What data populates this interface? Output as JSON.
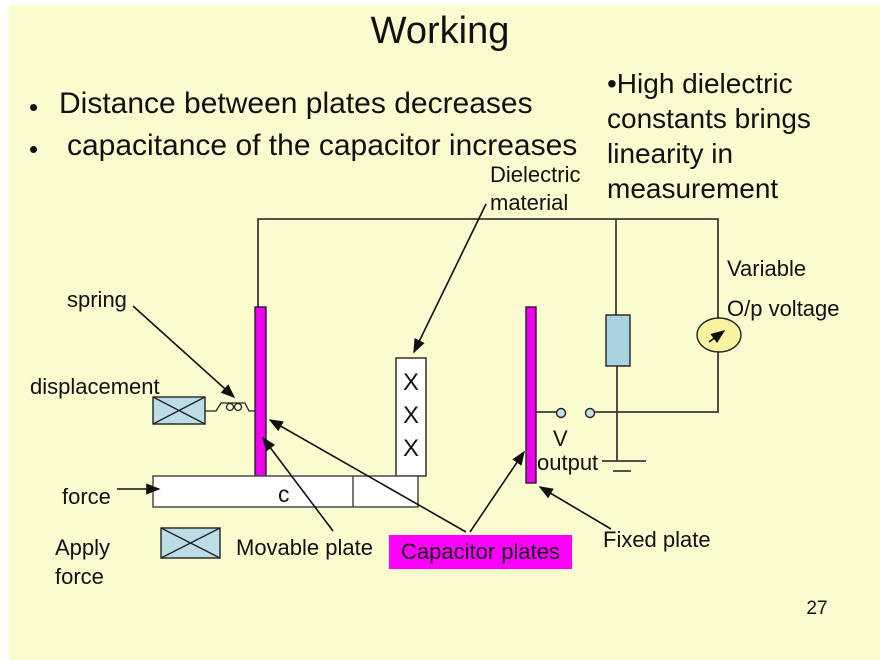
{
  "slide": {
    "title": "Working",
    "bullets": [
      {
        "marker": "•",
        "text": "Distance between plates decreases"
      },
      {
        "marker": "•",
        "text": "capacitance of the capacitor increases"
      }
    ],
    "side_note": {
      "lines": [
        "•High dielectric",
        "constants brings",
        "linearity in",
        "measurement"
      ]
    },
    "page_number": "27"
  },
  "diagram": {
    "labels": {
      "dielectric_line1": "Dielectric",
      "dielectric_line2": "material",
      "spring": "spring",
      "displacement": "displacement",
      "force": "force",
      "apply_line1": "Apply",
      "apply_line2": "force",
      "movable_plate": "Movable plate",
      "capacitor_plates": "Capacitor plates",
      "fixed_plate": "Fixed plate",
      "variable": "Variable",
      "op_voltage": "O/p voltage",
      "v": "V",
      "output": "output",
      "bar_mark": "c",
      "dielectric_marks": [
        "X",
        "X",
        "X"
      ]
    },
    "colors": {
      "background": "#FBFBD0",
      "plate_magenta": "#EE00EE",
      "label_box_magenta": "#FF00FF",
      "crossed_box_blue": "#BCDCE6",
      "resistor_blue": "#A9D4DF",
      "meter_yellow": "#F7F3A1",
      "terminal_blue": "#C4E0E8",
      "box_white": "#FFFFFF",
      "wire": "#3A3A3A"
    }
  }
}
